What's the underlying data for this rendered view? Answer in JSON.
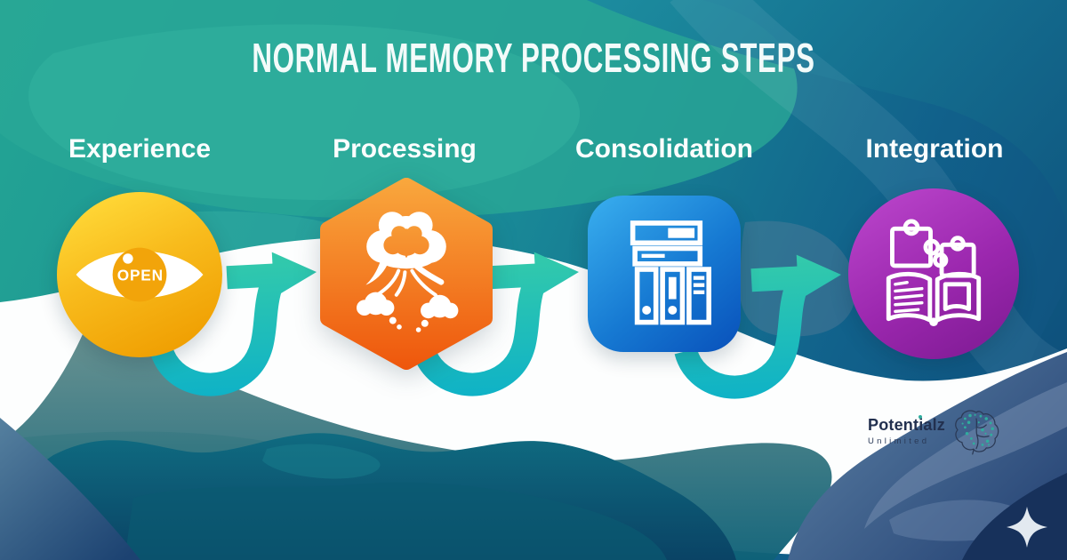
{
  "title": "NORMAL MEMORY PROCESSING STEPS",
  "steps": [
    {
      "label": "Experience",
      "icon": "open-eye-icon",
      "icon_text": "OPEN",
      "shape": "circle",
      "colors": [
        "#ffd938",
        "#ef9d00"
      ]
    },
    {
      "label": "Processing",
      "icon": "thought-burst-icon",
      "shape": "hexagon",
      "colors": [
        "#f9a93e",
        "#ee550b"
      ]
    },
    {
      "label": "Consolidation",
      "icon": "archive-shelf-icon",
      "shape": "rounded-square",
      "colors": [
        "#36aaec",
        "#0a55bd"
      ]
    },
    {
      "label": "Integration",
      "icon": "book-puzzle-icon",
      "shape": "circle",
      "colors": [
        "#b843c9",
        "#7f1b94"
      ]
    }
  ],
  "arrows": {
    "count": 3,
    "style": "curved-loop-right",
    "colors": [
      "#35cba9",
      "#0db1c8"
    ]
  },
  "logo": {
    "name": "Potentialz",
    "subtitle": "Unlimited",
    "icon": "brain-dots",
    "text_color": "#22304f",
    "accent_color": "#2fae9e"
  },
  "decor": {
    "sparkle": "four-point-star",
    "sparkle_color": "#e2e9f0"
  },
  "background": {
    "palette": [
      "#23a593",
      "#1a8c98",
      "#11618b",
      "#0f507d",
      "#ffffff",
      "#0e6177",
      "#0a4365",
      "#55809f",
      "#223f71",
      "#17315b"
    ]
  }
}
